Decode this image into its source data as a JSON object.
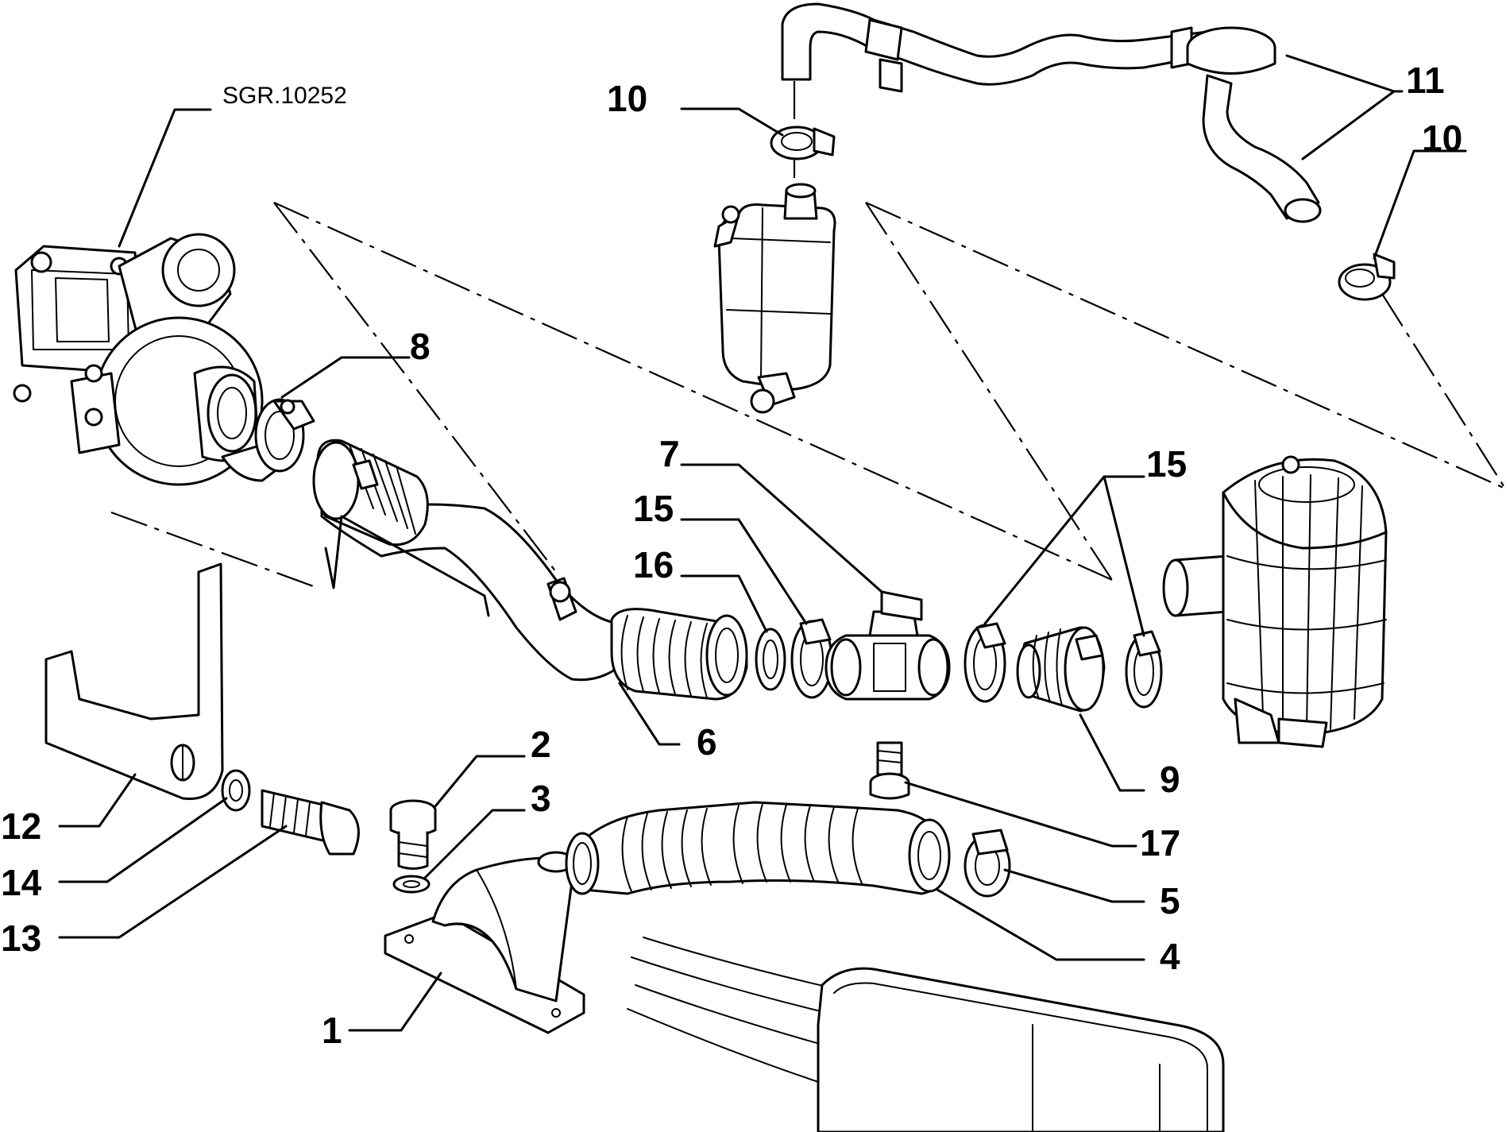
{
  "diagram": {
    "reference_code": "SGR.10252",
    "callouts": {
      "c1": "1",
      "c2": "2",
      "c3": "3",
      "c4": "4",
      "c5": "5",
      "c6": "6",
      "c7": "7",
      "c8": "8",
      "c9": "9",
      "c10a": "10",
      "c10b": "10",
      "c11": "11",
      "c12": "12",
      "c13": "13",
      "c14": "14",
      "c15a": "15",
      "c15b": "15",
      "c16": "16",
      "c17": "17"
    }
  }
}
